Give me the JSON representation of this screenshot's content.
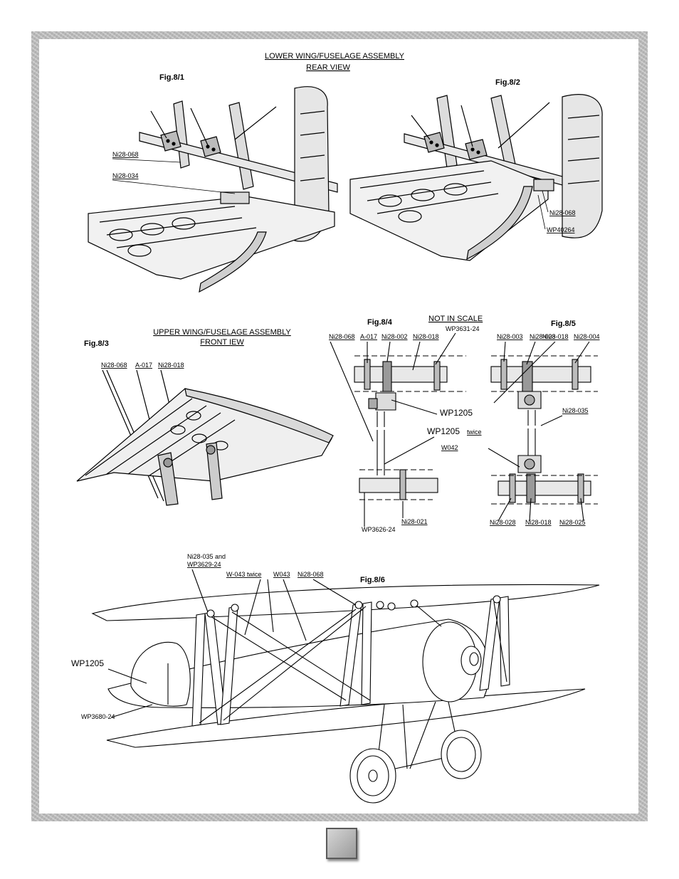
{
  "titles": {
    "lower_line1": "LOWER WING/FUSELAGE ASSEMBLY",
    "lower_line2": "REAR VIEW",
    "upper_line1": "UPPER WING/FUSELAGE ASSEMBLY",
    "upper_line2": "FRONT IEW",
    "not_in_scale": "NOT IN SCALE"
  },
  "figures": {
    "f1": "Fig.8/1",
    "f2": "Fig.8/2",
    "f3": "Fig.8/3",
    "f4": "Fig.8/4",
    "f5": "Fig.8/5",
    "f6": "Fig.8/6"
  },
  "labels": {
    "fig1": [
      "Ni28-068",
      "Ni28-034"
    ],
    "fig2": [
      "Ni28-068",
      "WP40264"
    ],
    "fig3": [
      "Ni28-068",
      "A-017",
      "Ni28-018"
    ],
    "fig4_top": [
      "Ni28-068",
      "A-017",
      "Ni28-002",
      "Ni28-018"
    ],
    "fig4_wp3631": "WP3631-24",
    "fig4_wp1205": "WP1205",
    "fig4_wp1205_twice": "WP1205",
    "twice": "twice",
    "fig4_w042": "W042",
    "fig4_ni28_021": "Ni28-021",
    "fig4_wp3626": "WP3626-24",
    "fig5_top": [
      "Ni28-003",
      "Ni28-003",
      "Ni28-018",
      "Ni28-004"
    ],
    "fig5_ni28_035": "Ni28-035",
    "fig5_bottom": [
      "Ni28-028",
      "Ni28-018",
      "Ni28-025"
    ],
    "fig6_ni28_035": "Ni28-035 and",
    "fig6_wp3629": "WP3629-24",
    "fig6_top": [
      "W-043 twice",
      "W043",
      "Ni28-068"
    ],
    "fig6_wp1205": "WP1205",
    "fig6_wp3680": "WP3680-24"
  }
}
